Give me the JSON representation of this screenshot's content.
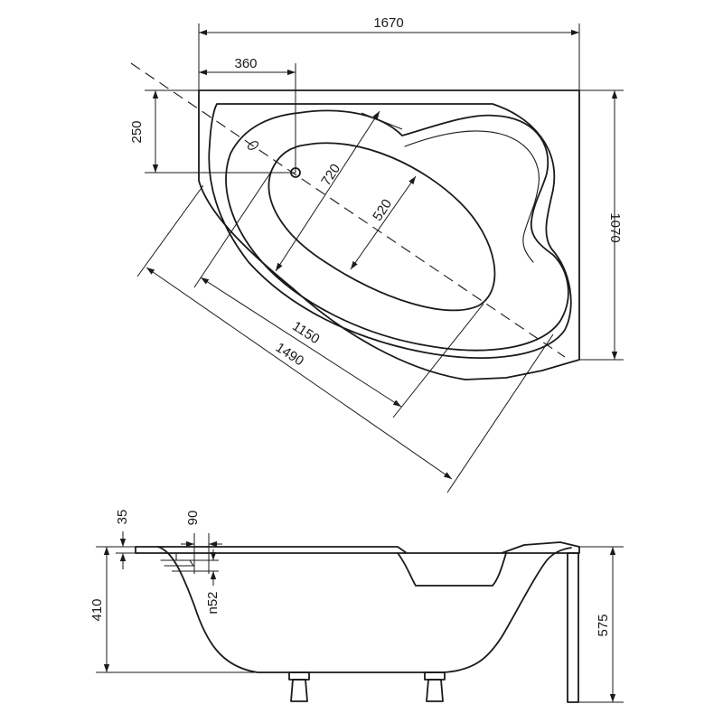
{
  "top_view": {
    "overall_width": "1670",
    "overall_depth": "1070",
    "drain_offset_x": "360",
    "drain_offset_y": "250",
    "inner_length": "1150",
    "outer_length": "1490",
    "outer_width": "720",
    "inner_width": "520"
  },
  "side_view": {
    "rim_thickness": "35",
    "overflow_width": "90",
    "drain_size": "n52",
    "depth": "410",
    "total_height": "575"
  }
}
